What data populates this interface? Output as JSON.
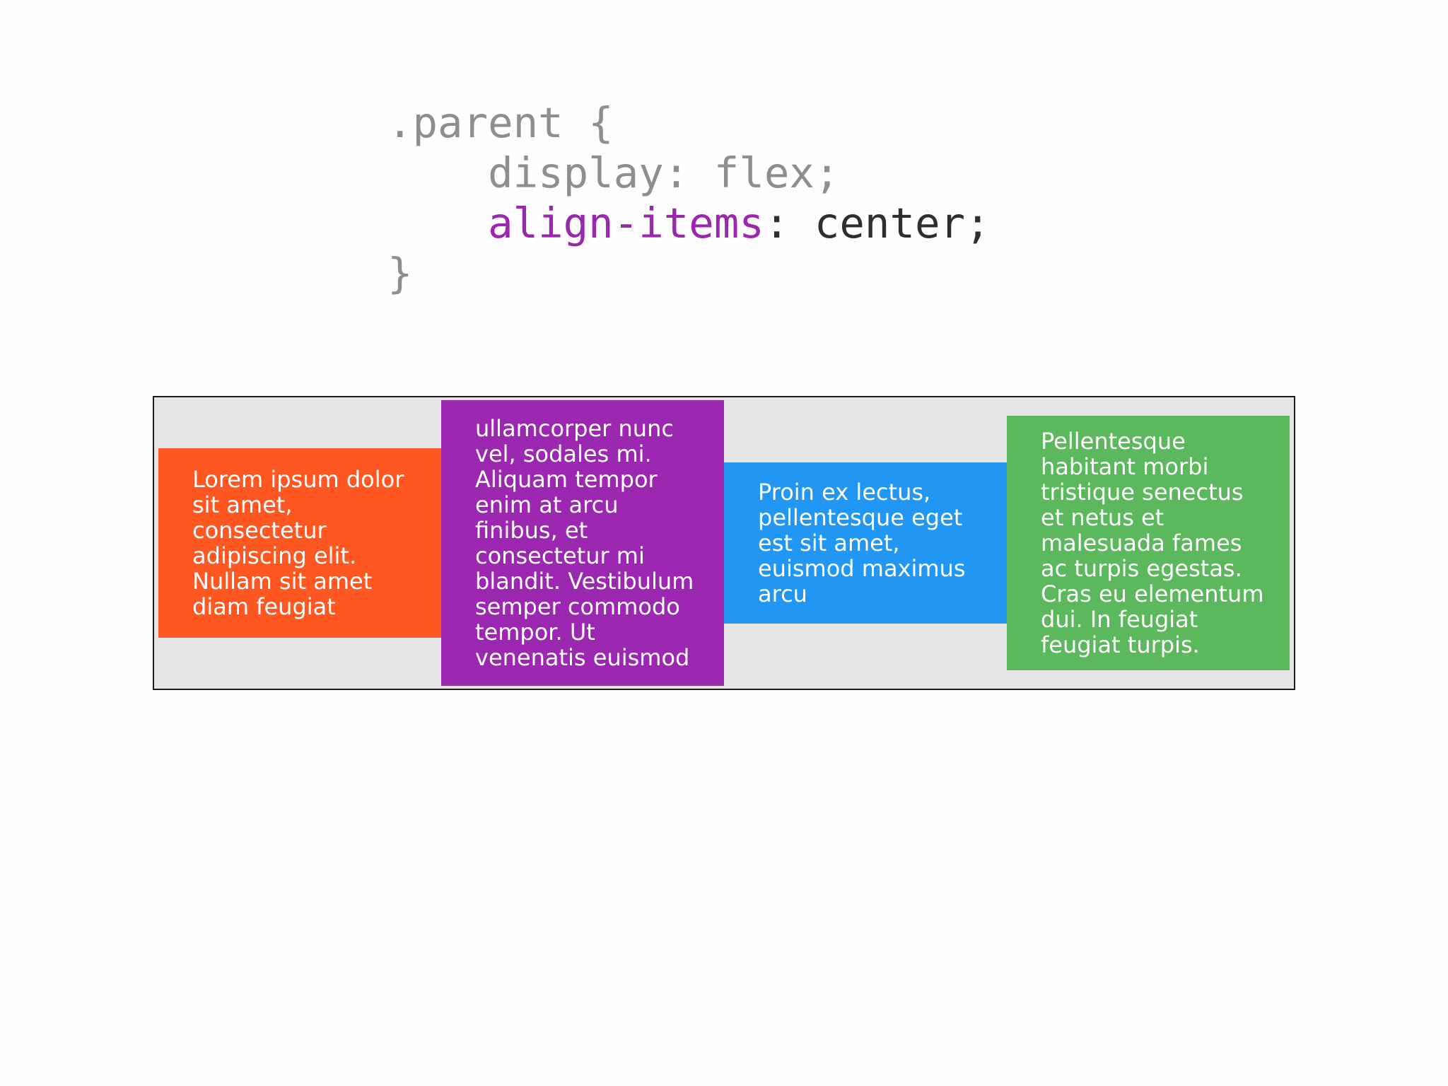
{
  "code": {
    "line1": ".parent {",
    "line2_prop": "display",
    "line2_rest": ": flex;",
    "line3_prop": "align-items",
    "line3_colon": ": ",
    "line3_val": "center;",
    "line4": "}",
    "indent": "    "
  },
  "children": [
    {
      "text": "Lorem ipsum dolor sit amet, consectetur adipiscing elit. Nullam sit amet diam feugiat"
    },
    {
      "text": "ullamcorper nunc vel, sodales mi. Aliquam tempor enim at arcu finibus, et consectetur mi blandit. Vestibulum semper commodo tempor. Ut venenatis euismod"
    },
    {
      "text": "Proin ex lectus, pellentesque eget est sit amet, euismod maximus arcu"
    },
    {
      "text": "Pellentesque habitant morbi tristique senectus et netus et malesuada fames ac turpis egestas. Cras eu elementum dui. In feugiat feugiat turpis."
    }
  ],
  "colors": {
    "orange": "#ff5722",
    "purple": "#9c27b0",
    "blue": "#2196f3",
    "green": "#5cb85c",
    "code_gray": "#8e8e8e",
    "code_dark": "#2e2e2e",
    "container_bg": "#e5e5e5"
  }
}
